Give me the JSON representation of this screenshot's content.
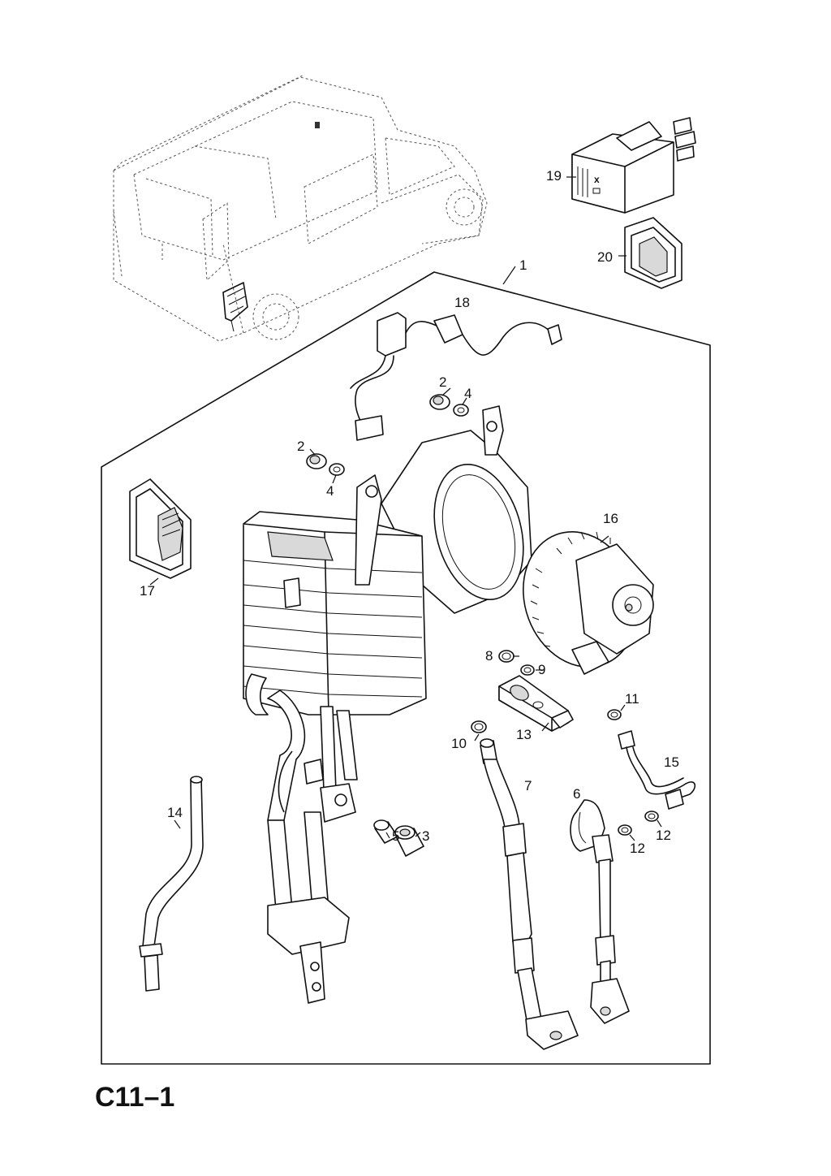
{
  "page_code": "C11–1",
  "callouts": {
    "c1": "1",
    "c2a": "2",
    "c2b": "2",
    "c3": "3",
    "c4a": "4",
    "c4b": "4",
    "c5": "5",
    "c6": "6",
    "c7": "7",
    "c8": "8",
    "c9": "9",
    "c10": "10",
    "c11": "11",
    "c12a": "12",
    "c12b": "12",
    "c13": "13",
    "c14": "14",
    "c15": "15",
    "c16": "16",
    "c17": "17",
    "c18": "18",
    "c19": "19",
    "c20": "20"
  }
}
